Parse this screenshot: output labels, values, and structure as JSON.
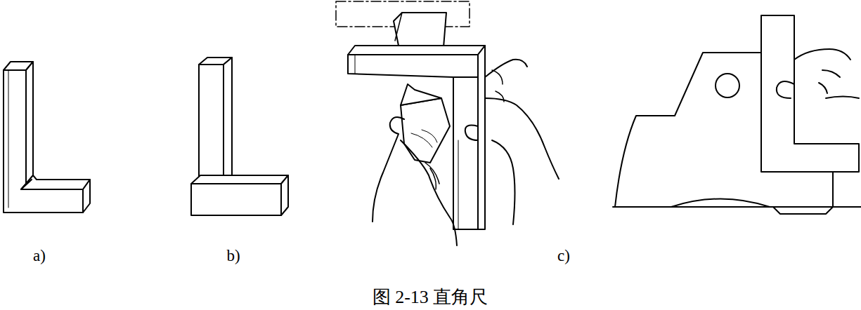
{
  "diagram": {
    "caption": "图 2-13 直角尺",
    "labels": [
      "a)",
      "b)",
      "c)"
    ]
  }
}
